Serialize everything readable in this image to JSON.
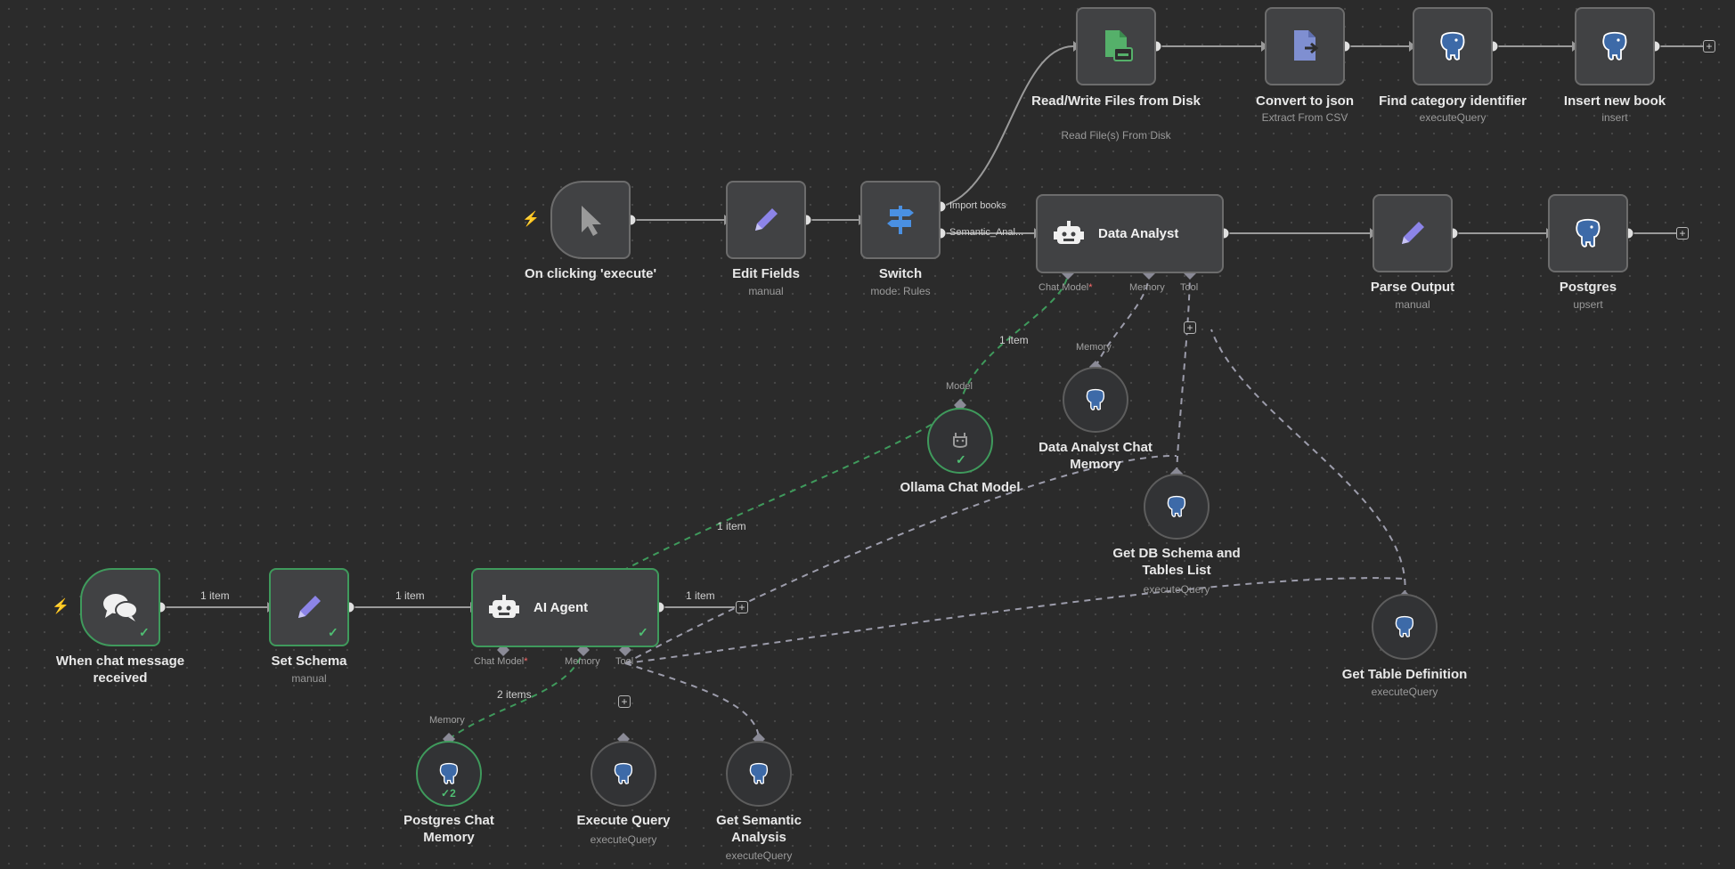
{
  "colors": {
    "canvas_bg": "#2b2b2b",
    "node_bg": "#414244",
    "success_border": "#3f9a5c",
    "ai_connection": "#3f9a5c",
    "trigger_bolt": "#ff6d5a",
    "tool_connection": "#a0a0b0"
  },
  "nodes": {
    "read_write": {
      "label": "Read/Write Files from Disk",
      "sub": "Read File(s) From Disk",
      "icon": "file-disk-icon"
    },
    "convert": {
      "label": "Convert to json",
      "sub": "Extract From CSV",
      "icon": "file-convert-icon"
    },
    "find_category": {
      "label": "Find category identifier",
      "sub": "executeQuery",
      "icon": "postgres-elephant-icon"
    },
    "insert_book": {
      "label": "Insert new book",
      "sub": "insert",
      "icon": "postgres-elephant-icon"
    },
    "on_clicking": {
      "label": "On clicking 'execute'",
      "icon": "cursor-icon"
    },
    "edit_fields": {
      "label": "Edit Fields",
      "sub": "manual",
      "icon": "pencil-icon"
    },
    "switch": {
      "label": "Switch",
      "sub": "mode: Rules",
      "icon": "signpost-icon",
      "outputs": [
        "Import books",
        "Semantic_Anal..."
      ]
    },
    "data_analyst": {
      "label": "Data Analyst",
      "icon": "robot-icon",
      "ports": {
        "chat_model": "Chat Model",
        "required": "*",
        "memory": "Memory",
        "tool": "Tool"
      }
    },
    "parse_output": {
      "label": "Parse Output",
      "sub": "manual",
      "icon": "pencil-icon"
    },
    "postgres": {
      "label": "Postgres",
      "sub": "upsert",
      "icon": "postgres-elephant-icon"
    },
    "data_analyst_memory": {
      "label": "Data Analyst Chat Memory",
      "port": "Memory",
      "icon": "postgres-elephant-icon"
    },
    "ollama": {
      "label": "Ollama Chat Model",
      "port": "Model",
      "icon": "llama-icon"
    },
    "db_schema": {
      "label": "Get DB Schema and Tables List",
      "sub": "executeQuery",
      "icon": "postgres-elephant-icon"
    },
    "table_def": {
      "label": "Get Table Definition",
      "sub": "executeQuery",
      "icon": "postgres-elephant-icon"
    },
    "chat_trigger": {
      "label": "When chat message received",
      "icon": "chat-bubbles-icon"
    },
    "set_schema": {
      "label": "Set Schema",
      "sub": "manual",
      "icon": "pencil-icon"
    },
    "ai_agent": {
      "label": "AI Agent",
      "icon": "robot-icon",
      "ports": {
        "chat_model": "Chat Model",
        "required": "*",
        "memory": "Memory",
        "tool": "Tool"
      }
    },
    "pg_memory": {
      "label": "Postgres Chat Memory",
      "port": "Memory",
      "runs": "2",
      "icon": "postgres-elephant-icon"
    },
    "execute_query": {
      "label": "Execute Query",
      "sub": "executeQuery",
      "icon": "postgres-elephant-icon"
    },
    "semantic": {
      "label": "Get Semantic Analysis",
      "sub": "executeQuery",
      "icon": "postgres-elephant-icon"
    }
  },
  "connections": {
    "one_item": "1 item",
    "two_items": "2 items"
  },
  "symbols": {
    "plus": "+",
    "check": "✓",
    "bolt": "⚡"
  }
}
